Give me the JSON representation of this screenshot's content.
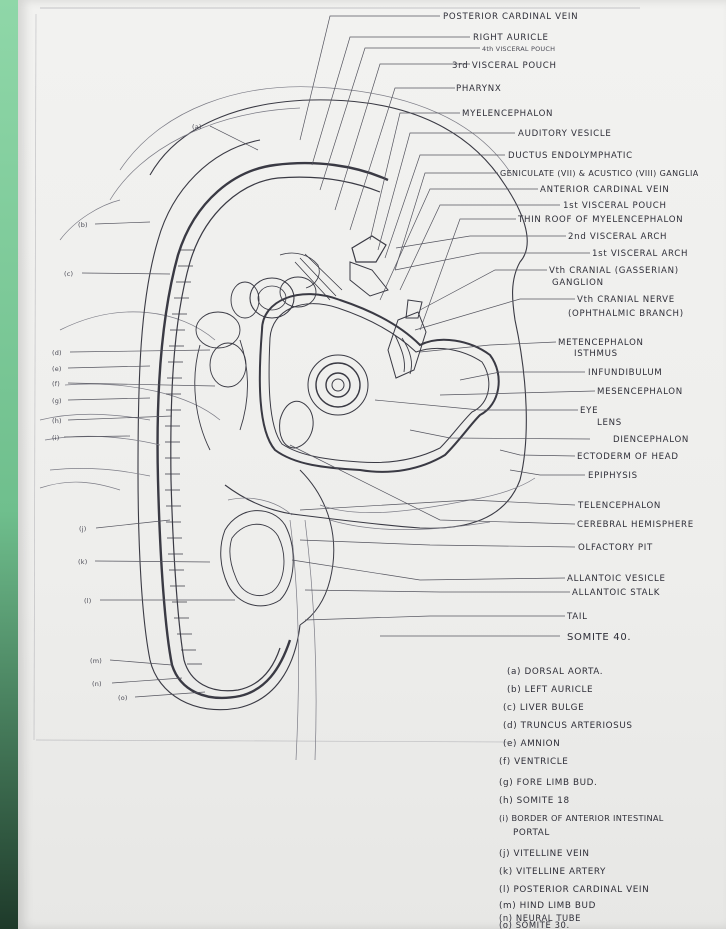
{
  "right_labels": [
    "POSTERIOR CARDINAL VEIN",
    "RIGHT AURICLE",
    "4th VISCERAL POUCH",
    "3rd VISCERAL POUCH",
    "PHARYNX",
    "MYELENCEPHALON",
    "AUDITORY VESICLE",
    "DUCTUS ENDOLYMPHATIC",
    "GENICULATE (VII) & ACUSTICO (VIII) GANGLIA",
    "ANTERIOR CARDINAL VEIN",
    "1st VISCERAL POUCH",
    "THIN ROOF OF MYELENCEPHALON",
    "2nd VISCERAL ARCH",
    "1st VISCERAL ARCH",
    "Vth CRANIAL (GASSERIAN)",
    "GANGLION",
    "Vth CRANIAL NERVE",
    "(OPHTHALMIC BRANCH)",
    "METENCEPHALON",
    "ISTHMUS",
    "INFUNDIBULUM",
    "MESENCEPHALON",
    "EYE",
    "LENS",
    "DIENCEPHALON",
    "ECTODERM OF HEAD",
    "EPIPHYSIS",
    "TELENCEPHALON",
    "CEREBRAL HEMISPHERE",
    "OLFACTORY PIT",
    "ALLANTOIC VESICLE",
    "ALLANTOIC STALK",
    "TAIL",
    "SOMITE 40."
  ],
  "left_markers": [
    "(a)",
    "(b)",
    "(c)",
    "(d)",
    "(e)",
    "(f)",
    "(g)",
    "(h)",
    "(i)",
    "(j)",
    "(k)",
    "(l)",
    "(m)",
    "(n)",
    "(o)"
  ],
  "legend": [
    "(a) DORSAL AORTA.",
    "(b) LEFT AURICLE",
    "(c) LIVER BULGE",
    "(d) TRUNCUS ARTERIOSUS",
    "(e) AMNION",
    "(f) VENTRICLE",
    "(g) FORE LIMB BUD.",
    "(h) SOMITE 18",
    "(i) BORDER OF ANTERIOR INTESTINAL",
    "PORTAL",
    "(j) VITELLINE VEIN",
    "(k) VITELLINE ARTERY",
    "(l) POSTERIOR CARDINAL VEIN",
    "(m) HIND LIMB BUD",
    "(n) NEURAL TUBE",
    "(o) SOMITE 30."
  ]
}
